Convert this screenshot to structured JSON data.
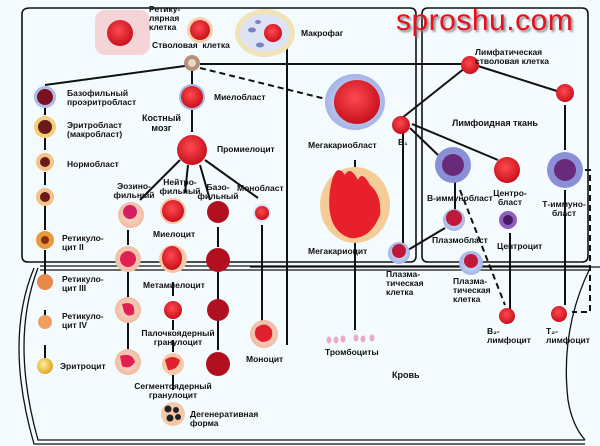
{
  "watermark": "sproshu.com",
  "regions": {
    "bone_marrow": "Костный\nмозг",
    "lymphoid_tissue": "Лимфоидная ткань",
    "blood": "Кровь"
  },
  "labels": {
    "reticular_cell": "Ретику-\nлярная\nклетка",
    "stem_cell": "Стволовая  клетка",
    "macrophage": "Макрофаг",
    "basophilic_proerythroblast": "Базофильный\nпроэритробласт",
    "erythroblast": "Эритробласт\n(макробласт)",
    "normoblast": "Нормобласт",
    "reticulocyte_2": "Ретикуло-\nцит II",
    "reticulocyte_3": "Ретикуло-\nцит III",
    "reticulocyte_4": "Ретикуло-\nцит IV",
    "erythrocyte": "Эритроцит",
    "myeloblast": "Миелобласт",
    "promyelocyte": "Промиелоцит",
    "eosinophilic": "Эозино-\nфильный",
    "neutrophilic": "Нейтро-\nфильный",
    "basophilic": "Базо-\nфильный",
    "monoblast": "Монобласт",
    "myelocyte": "Миелоцит",
    "metamyelocyte": "Метамиелоцит",
    "band_granulocyte": "Палочкоядерный\nгранулоцит",
    "segmented_granulocyte": "Сегментоядерный\nгранулоцит",
    "degenerative_form": "Дегенеративная\nформа",
    "monocyte": "Моноцит",
    "megakaryoblast": "Мегакариобласт",
    "megakaryocyte": "Мегакариоцит",
    "platelets": "Тромбоциты",
    "lymphoid_stem_cell": "Лимфатическая\nстволовая клетка",
    "b1": "B₁",
    "b_immunoblast": "B-иммунобласт",
    "centroblast": "Центро-\nбласт",
    "t_immunoblast": "Т-иммуно-\nбласт",
    "plasmoblast": "Плазмобласт",
    "centrocyte": "Центроцит",
    "plasma_cell_1": "Плазма-\nтическая\nклетка",
    "plasma_cell_2": "Плазма-\nтическая\nклетка",
    "b2_lymphocyte": "B₂-\nлимфоцит",
    "t2_lymphocyte": "T₂-\nлимфоцит"
  },
  "colors": {
    "nucleus_red": "#e0202c",
    "cytoplasm_pink": "#f5c6b4",
    "cytoplasm_blue": "#b9c3ec",
    "lymph_purple": "#6a2a7a",
    "erythrocyte_yellow": "#f0c23a",
    "line": "#111111",
    "background": "#f4fbff",
    "watermark": "#e8101e"
  }
}
